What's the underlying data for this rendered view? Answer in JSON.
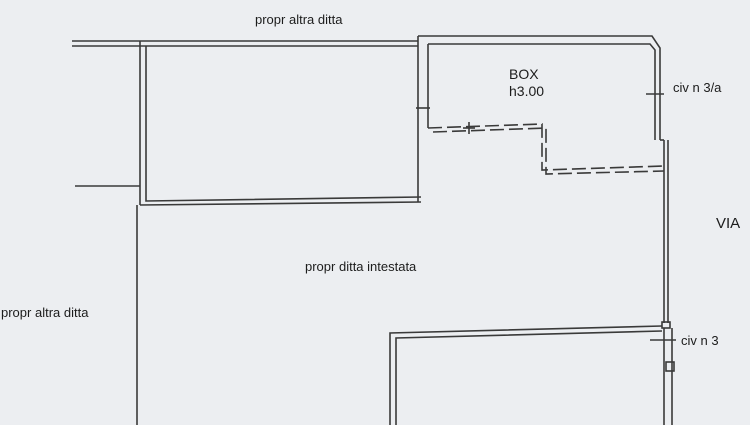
{
  "labels": {
    "top": "propr altra ditta",
    "box_title": "BOX",
    "box_height": "h3.00",
    "civ_3a": "civ n 3/a",
    "via": "VIA",
    "main": "propr  ditta intestata",
    "left": "propr altra ditta",
    "civ_3": "civ n 3"
  },
  "colors": {
    "wall": "#3a3a3a",
    "paper": "#eceef1",
    "text": "#1c1c1c"
  }
}
